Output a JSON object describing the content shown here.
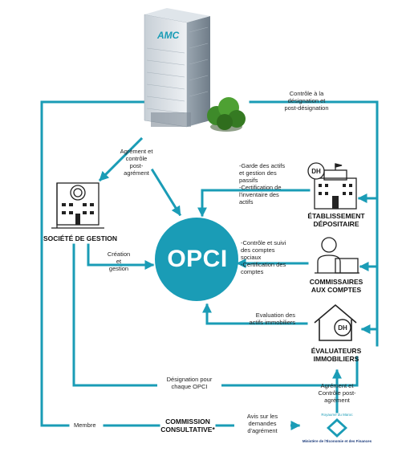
{
  "colors": {
    "teal": "#1a9cb6",
    "dark": "#222222",
    "green": "#3e8a2a"
  },
  "building": {
    "logo_text": "AMC"
  },
  "center": {
    "label": "OPCI"
  },
  "nodes": {
    "societe": "SOCIÉTÉ DE GESTION",
    "etablissement": [
      "ÉTABLISSEMENT",
      "DÉPOSITAIRE"
    ],
    "commissaires": [
      "COMMISSAIRES",
      "AUX COMPTES"
    ],
    "evaluateurs": [
      "ÉVALUATEURS",
      "IMMOBILIERS"
    ],
    "commission": [
      "COMMISSION",
      "CONSULTATIVE*"
    ],
    "ministere_top": "Royaume du Maroc",
    "ministere_bottom": "Ministère de l'Économie et des Finances"
  },
  "badges": {
    "dh": "DH"
  },
  "labels": {
    "controle_designation": [
      "Contrôle à la",
      "désignation et",
      "post-désignation"
    ],
    "agrement_controle": [
      "Agrément et",
      "contrôle",
      "post-",
      "agrément"
    ],
    "creation_gestion": [
      "Création",
      "et",
      "gestion"
    ],
    "garde": [
      "-Garde des actifs",
      "et gestion des",
      "passifs",
      "-Certification de",
      "l'inventaire des",
      "actifs"
    ],
    "controle_suivi": [
      "-Contrôle et suivi",
      "des comptes",
      "sociaux",
      "-Certification des",
      "comptes"
    ],
    "evaluation": [
      "Evaluation des",
      "actifs immobiliers"
    ],
    "designation_opci": [
      "Désignation pour",
      "chaque OPCI"
    ],
    "agrement_ministere": [
      "Agrément et",
      "Contrôle post-",
      "agrément"
    ],
    "membre": "Membre",
    "avis": [
      "Avis sur les",
      "demandes",
      "d'agrément"
    ]
  }
}
